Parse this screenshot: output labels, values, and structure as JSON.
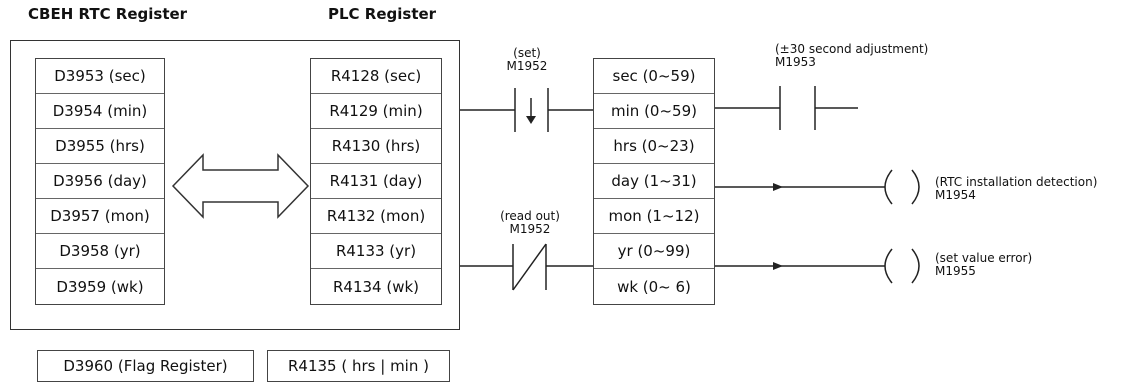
{
  "headers": {
    "cbeh": "CBEH RTC Register",
    "plc": "PLC Register"
  },
  "cbeh_registers": [
    "D3953 (sec)",
    "D3954 (min)",
    "D3955 (hrs)",
    "D3956 (day)",
    "D3957 (mon)",
    "D3958 (yr)",
    "D3959 (wk)"
  ],
  "plc_registers": [
    "R4128 (sec)",
    "R4129 (min)",
    "R4130 (hrs)",
    "R4131 (day)",
    "R4132 (mon)",
    "R4133 (yr)",
    "R4134 (wk)"
  ],
  "rtc_values": [
    "sec (0~59)",
    "min (0~59)",
    "hrs (0~23)",
    "day (1~31)",
    "mon (1~12)",
    "yr (0~99)",
    "wk (0~  6)"
  ],
  "flag_register": "D3960 (Flag Register)",
  "r4135": "R4135 ( hrs | min )",
  "contacts": {
    "set": {
      "label": "(set)",
      "relay": "M1952"
    },
    "read_out": {
      "label": "(read out)",
      "relay": "M1952"
    },
    "adjust": {
      "label": "(±30 second adjustment)",
      "relay": "M1953"
    }
  },
  "coils": {
    "rtc_detect": {
      "label": "(RTC installation detection)",
      "relay": "M1954"
    },
    "set_error": {
      "label": "(set value error)",
      "relay": "M1955"
    }
  }
}
